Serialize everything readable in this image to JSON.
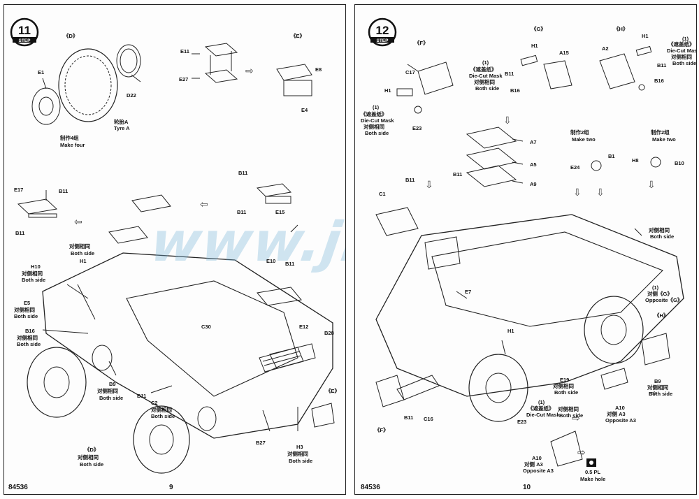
{
  "left_page": {
    "step_number": "11",
    "step_word": "STEP",
    "page_number": "9",
    "product_code": "84536",
    "labels": {
      "D": "《D》",
      "E": "《E》",
      "E1": "E1",
      "D22": "D22",
      "tyre_cn": "轮胎A",
      "tyre_en": "Tyre  A",
      "make4_cn": "制作4组",
      "make4_en": "Make four",
      "E11": "E11",
      "E27": "E27",
      "E8": "E8",
      "E4": "E4",
      "B11a": "B11",
      "B11b": "B11",
      "B11c": "B11",
      "B11d": "B11",
      "B11e": "B11",
      "E17": "E17",
      "E15": "E15",
      "both_cn1": "对侧相同",
      "both_en1": "Both side",
      "H1": "H1",
      "H10": "H10",
      "both_cn2": "对侧相同",
      "both_en2": "Both side",
      "E5": "E5",
      "both_cn3": "对侧相同",
      "both_en3": "Both side",
      "B16": "B16",
      "both_cn4": "对侧相同",
      "both_en4": "Both side",
      "C30": "C30",
      "E10": "E10",
      "E12": "E12",
      "B28": "B28",
      "B9": "B9",
      "both_cn5": "对侧相同",
      "both_en5": "Both side",
      "B11f": "B11",
      "C2": "C2",
      "both_cn6": "对侧相同",
      "both_en6": "Both side",
      "D_bottom": "《D》",
      "both_cn7": "对侧相同",
      "both_en7": "Both side",
      "B27": "B27",
      "H3": "H3",
      "both_cn8": "对侧相同",
      "both_en8": "Both side",
      "E_bottom": "《E》"
    }
  },
  "right_page": {
    "step_number": "12",
    "step_word": "STEP",
    "page_number": "10",
    "product_code": "84536",
    "labels": {
      "F": "《F》",
      "G": "《G》",
      "H": "《H》",
      "C17": "C17",
      "H1a": "H1",
      "mask_num1": "(1)",
      "mask_cn1": "《遮盖纸》",
      "mask_en1": "Die-Cut Mask",
      "both_cn1": "对侧相同",
      "both_en1": "Both side",
      "E23a": "E23",
      "H1b": "H1",
      "A15": "A15",
      "B11a": "B11",
      "B16a": "B16",
      "mask_num2": "(1)",
      "mask_cn2": "《遮盖纸》",
      "mask_en2": "Die-Cut Mask",
      "both_cn2": "对侧相同",
      "both_en2": "Both side",
      "A2": "A2",
      "H1c": "H1",
      "B11b": "B11",
      "B16b": "B16",
      "mask_num3": "(1)",
      "mask_cn3": "《遮盖纸》",
      "mask_en3": "Die-Cut Mask",
      "both_cn3": "对侧相同",
      "both_en3": "Both side",
      "A7": "A7",
      "A5": "A5",
      "A9": "A9",
      "B11c": "B11",
      "make2_cn1": "制作2组",
      "make2_en1": "Make two",
      "make2_cn2": "制作2组",
      "make2_en2": "Make two",
      "B1": "B1",
      "E24": "E24",
      "H8": "H8",
      "B10": "B10",
      "C1": "C1",
      "B11d": "B11",
      "E7": "E7",
      "both_cn4": "对侧相同",
      "both_en4": "Both side",
      "opp_num": "(1)",
      "opp_cn": "对侧《G》",
      "opp_en": "Opposite《G》",
      "H_right": "《H》",
      "H1d": "H1",
      "E19": "E19",
      "both_cn5": "对侧相同",
      "both_en5": "Both side",
      "B9": "B9",
      "both_cn6": "对侧相同",
      "both_en6": "Both side",
      "mask_num4": "(1)",
      "mask_cn4": "《遮盖纸》",
      "mask_en4": "Die-Cut Mask",
      "both_cn7": "对侧相同",
      "both_en7": "Both side",
      "A10a": "A10",
      "opp_a3_cn1": "对侧 A3",
      "opp_a3_en1": "Opposite A3",
      "B11e": "B11",
      "C16": "C16",
      "F_bottom": "《F》",
      "E23b": "E23",
      "A10b": "A10",
      "opp_a3_cn2": "对侧 A3",
      "opp_a3_en2": "Opposite A3",
      "hole_size": "0.5 PL",
      "make_hole": "Make hole"
    }
  },
  "watermark": "www.jmodels.net"
}
